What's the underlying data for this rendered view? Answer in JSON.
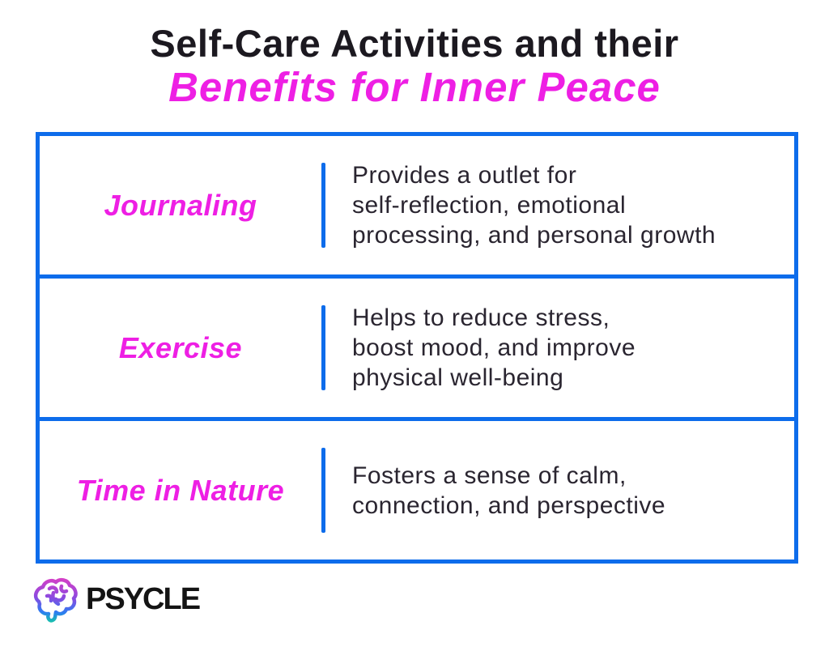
{
  "colors": {
    "background": "#ffffff",
    "accent_blue": "#0d6ceb",
    "magenta": "#ee1fe4",
    "title_dark": "#1c1920",
    "body_text": "#2a2530",
    "logo_text": "#141414",
    "brain_top": "#d63fc6",
    "brain_mid1": "#8a4ae0",
    "brain_mid2": "#2d7cf2",
    "brain_bottom": "#17bfae"
  },
  "title": {
    "line1": "Self-Care Activities and their",
    "line2": "Benefits for Inner Peace"
  },
  "table": {
    "rows": [
      {
        "activity": "Journaling",
        "benefit": "Provides a outlet for\nself-reflection, emotional\nprocessing, and personal growth"
      },
      {
        "activity": "Exercise",
        "benefit": "Helps to reduce stress,\nboost mood, and improve\nphysical well-being"
      },
      {
        "activity": "Time in Nature",
        "benefit": "Fosters a sense of calm,\nconnection, and perspective"
      }
    ]
  },
  "logo": {
    "brand": "PSYCLE",
    "icon": "brain-icon"
  }
}
